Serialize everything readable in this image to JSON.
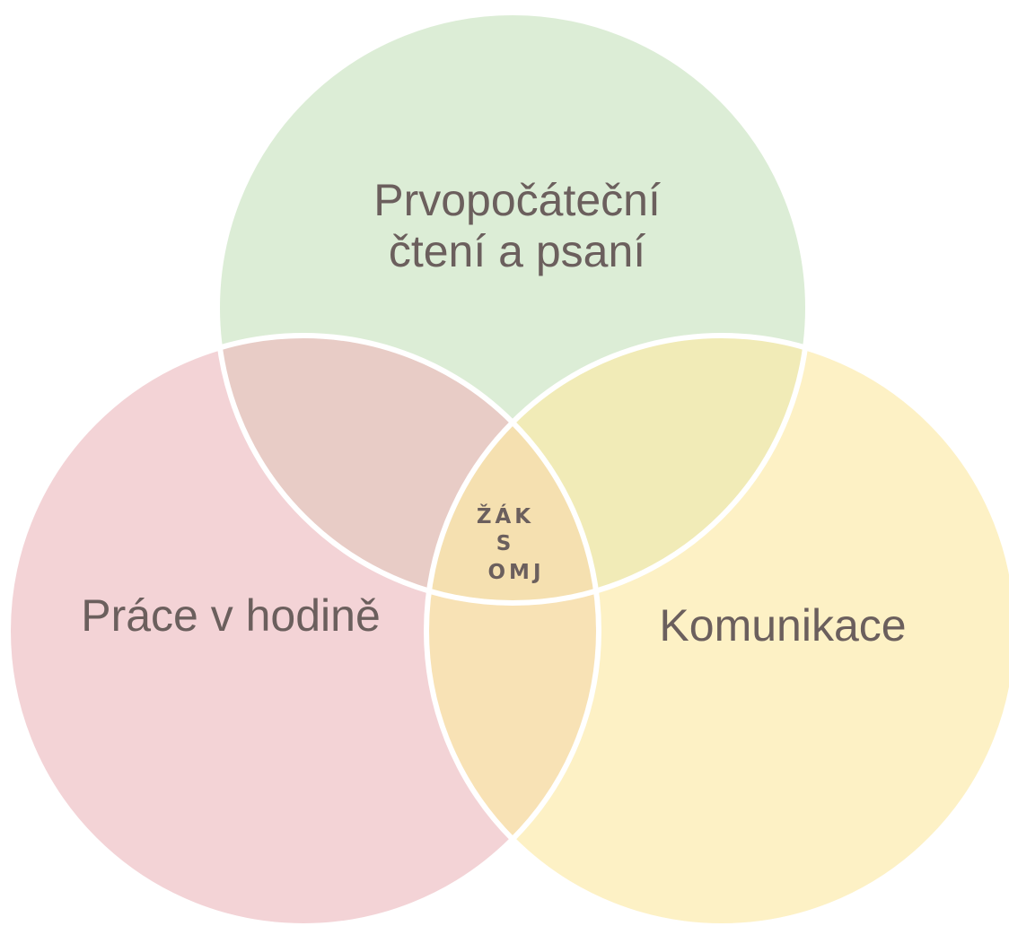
{
  "diagram": {
    "type": "venn",
    "circles": [
      {
        "id": "top",
        "lines": [
          "Prvopočáteční",
          "čtení a psaní"
        ],
        "color": "#dcedd6"
      },
      {
        "id": "left",
        "lines": [
          "Práce v hodině"
        ],
        "color": "#f3d3d6"
      },
      {
        "id": "right",
        "lines": [
          "Komunikace"
        ],
        "color": "#fdf1c5"
      }
    ],
    "overlap_colors": {
      "top_left": "#e8ccc6",
      "top_right": "#f1ebb7",
      "left_right": "#f8e2b5",
      "center": "#f5e0b0"
    },
    "center_lines": [
      "ŽÁK",
      "S",
      "OMJ"
    ],
    "outline_color": "#ffffff",
    "text_color": "#6b5f5d"
  }
}
